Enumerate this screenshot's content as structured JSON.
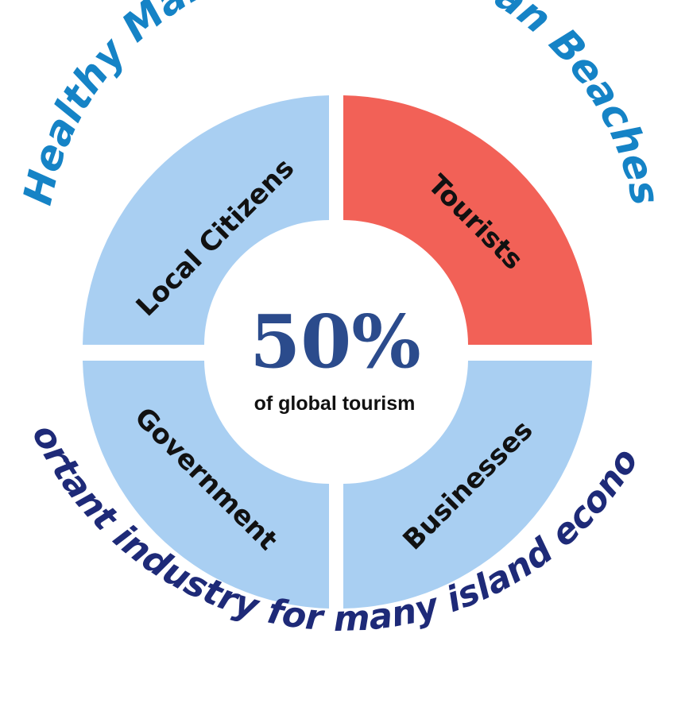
{
  "top_arc_text": "Healthy Marine Life & Clean Beaches",
  "bottom_arc_text": "Important industry for many island  economies",
  "center": {
    "value": "50%",
    "caption": "of global tourism"
  },
  "segments": [
    {
      "id": "local-citizens",
      "label": "Local Citizens",
      "highlighted": false
    },
    {
      "id": "tourists",
      "label": "Tourists",
      "highlighted": true
    },
    {
      "id": "government",
      "label": "Government",
      "highlighted": false
    },
    {
      "id": "businesses",
      "label": "Businesses",
      "highlighted": false
    }
  ],
  "colors": {
    "segment_default": "#a9cff2",
    "segment_highlight": "#f26157",
    "top_text": "#1583c6",
    "bottom_text": "#1e2a78",
    "center_value": "#2b4b8c",
    "label_text": "#111111",
    "background": "#ffffff"
  }
}
